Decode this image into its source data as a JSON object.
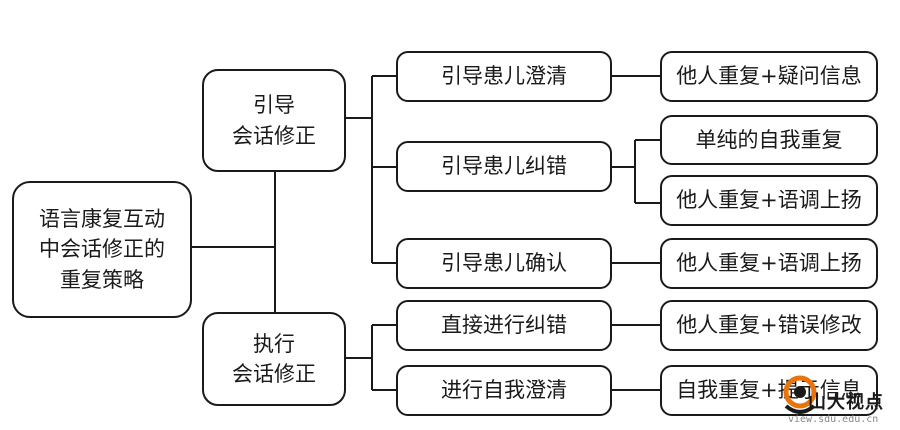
{
  "root": {
    "label": "语言康复互动\n中会话修正的\n重复策略"
  },
  "branches": [
    {
      "label": "引导\n会话修正"
    },
    {
      "label": "执行\n会话修正"
    }
  ],
  "strategies": [
    {
      "label": "引导患儿澄清"
    },
    {
      "label": "引导患儿纠错"
    },
    {
      "label": "引导患儿确认"
    },
    {
      "label": "直接进行纠错"
    },
    {
      "label": "进行自我澄清"
    }
  ],
  "methods": [
    {
      "label": "他人重复+疑问信息"
    },
    {
      "label": "单纯的自我重复"
    },
    {
      "label": "他人重复+语调上扬"
    },
    {
      "label": "他人重复+语调上扬"
    },
    {
      "label": "他人重复+错误修改"
    },
    {
      "label": "自我重复+提示信息"
    }
  ],
  "watermark": {
    "brand": "山大视点",
    "url": "view.sdu.edu.cn"
  }
}
